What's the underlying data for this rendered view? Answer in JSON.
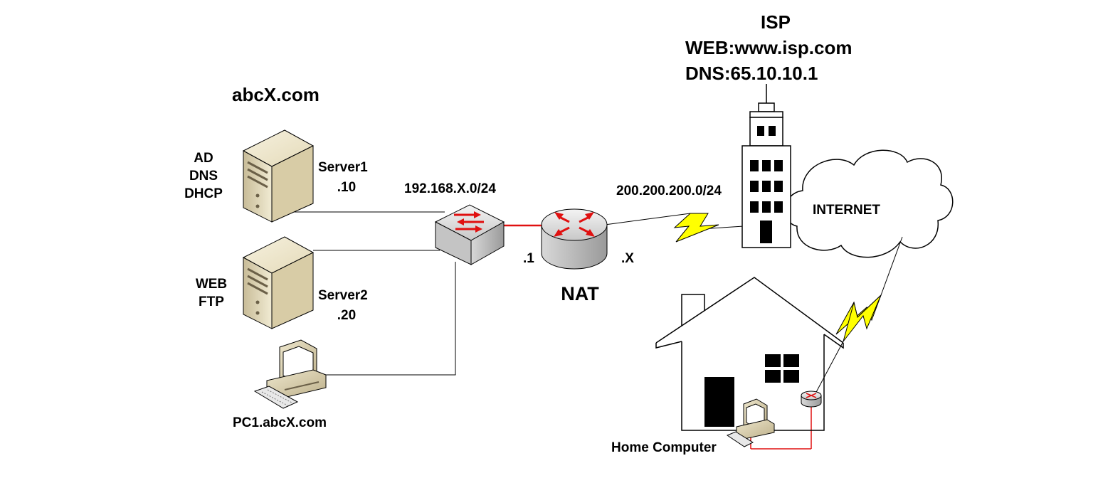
{
  "domain_title": "abcX.com",
  "isp": {
    "title": "ISP",
    "web": "WEB:www.isp.com",
    "dns": "DNS:65.10.10.1"
  },
  "server1": {
    "roles": [
      "AD",
      "DNS",
      "DHCP"
    ],
    "name": "Server1",
    "ip": ".10"
  },
  "server2": {
    "roles": [
      "WEB",
      "FTP"
    ],
    "name": "Server2",
    "ip": ".20"
  },
  "pc1": {
    "name": "PC1.abcX.com"
  },
  "lan_subnet": "192.168.X.0/24",
  "router": {
    "label": "NAT",
    "inside_ip": ".1",
    "outside_ip": ".X"
  },
  "wan_subnet": "200.200.200.0/24",
  "internet": {
    "label": "INTERNET"
  },
  "home": {
    "label": "Home Computer"
  },
  "colors": {
    "server_body": "#ECE4C8",
    "server_side": "#C9BC95",
    "device_gray": "#D0D0D0",
    "arrow_red": "#E01010",
    "link_red": "#E01010",
    "lightning_yellow": "#FFFF00",
    "line_black": "#000000"
  }
}
